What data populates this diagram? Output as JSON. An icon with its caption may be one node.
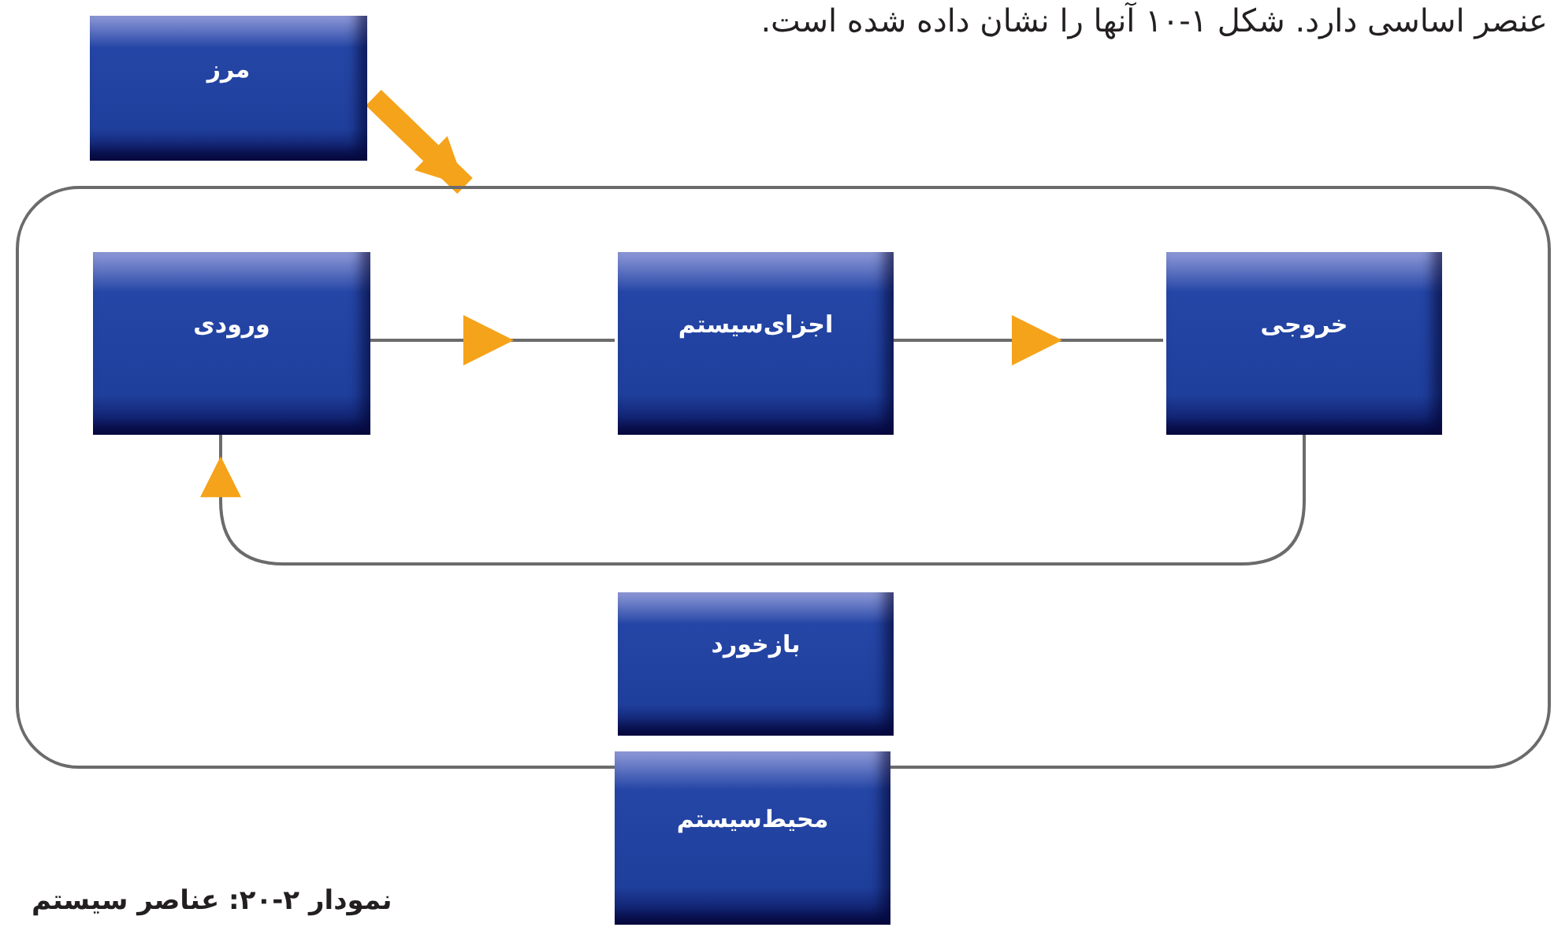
{
  "diagram": {
    "nodes": [
      {
        "text": [
          "مرز"
        ]
      },
      {
        "text": [],
        "shape": "box"
      },
      {
        "text": [
          "ورودی"
        ],
        "in": 1
      },
      {
        "text": [
          "اجزای‌سیستم"
        ],
        "in": 1
      },
      {
        "text": [
          "خروجی"
        ],
        "in": 1
      },
      {
        "text": [
          "بازخورد"
        ],
        "in": 1
      },
      {
        "text": [
          "محیط‌سیستم"
        ]
      }
    ],
    "edges": [
      {
        "from": 0,
        "to": 1,
        "arrow": "to",
        "style": "thick",
        "color": "#f5a31a"
      },
      {
        "from": 2,
        "to": 3,
        "arrow": "to"
      },
      {
        "from": 3,
        "to": 4,
        "arrow": "to"
      },
      {
        "from": 4,
        "to": 2,
        "arrow": "to"
      }
    ],
    "labels": [
      "عنصر اساسی دارد. شکل ۱-۱۰ آنها را نشان داده شده است.",
      "نمودار ۲-۲۰: عناصر سیستم"
    ]
  }
}
